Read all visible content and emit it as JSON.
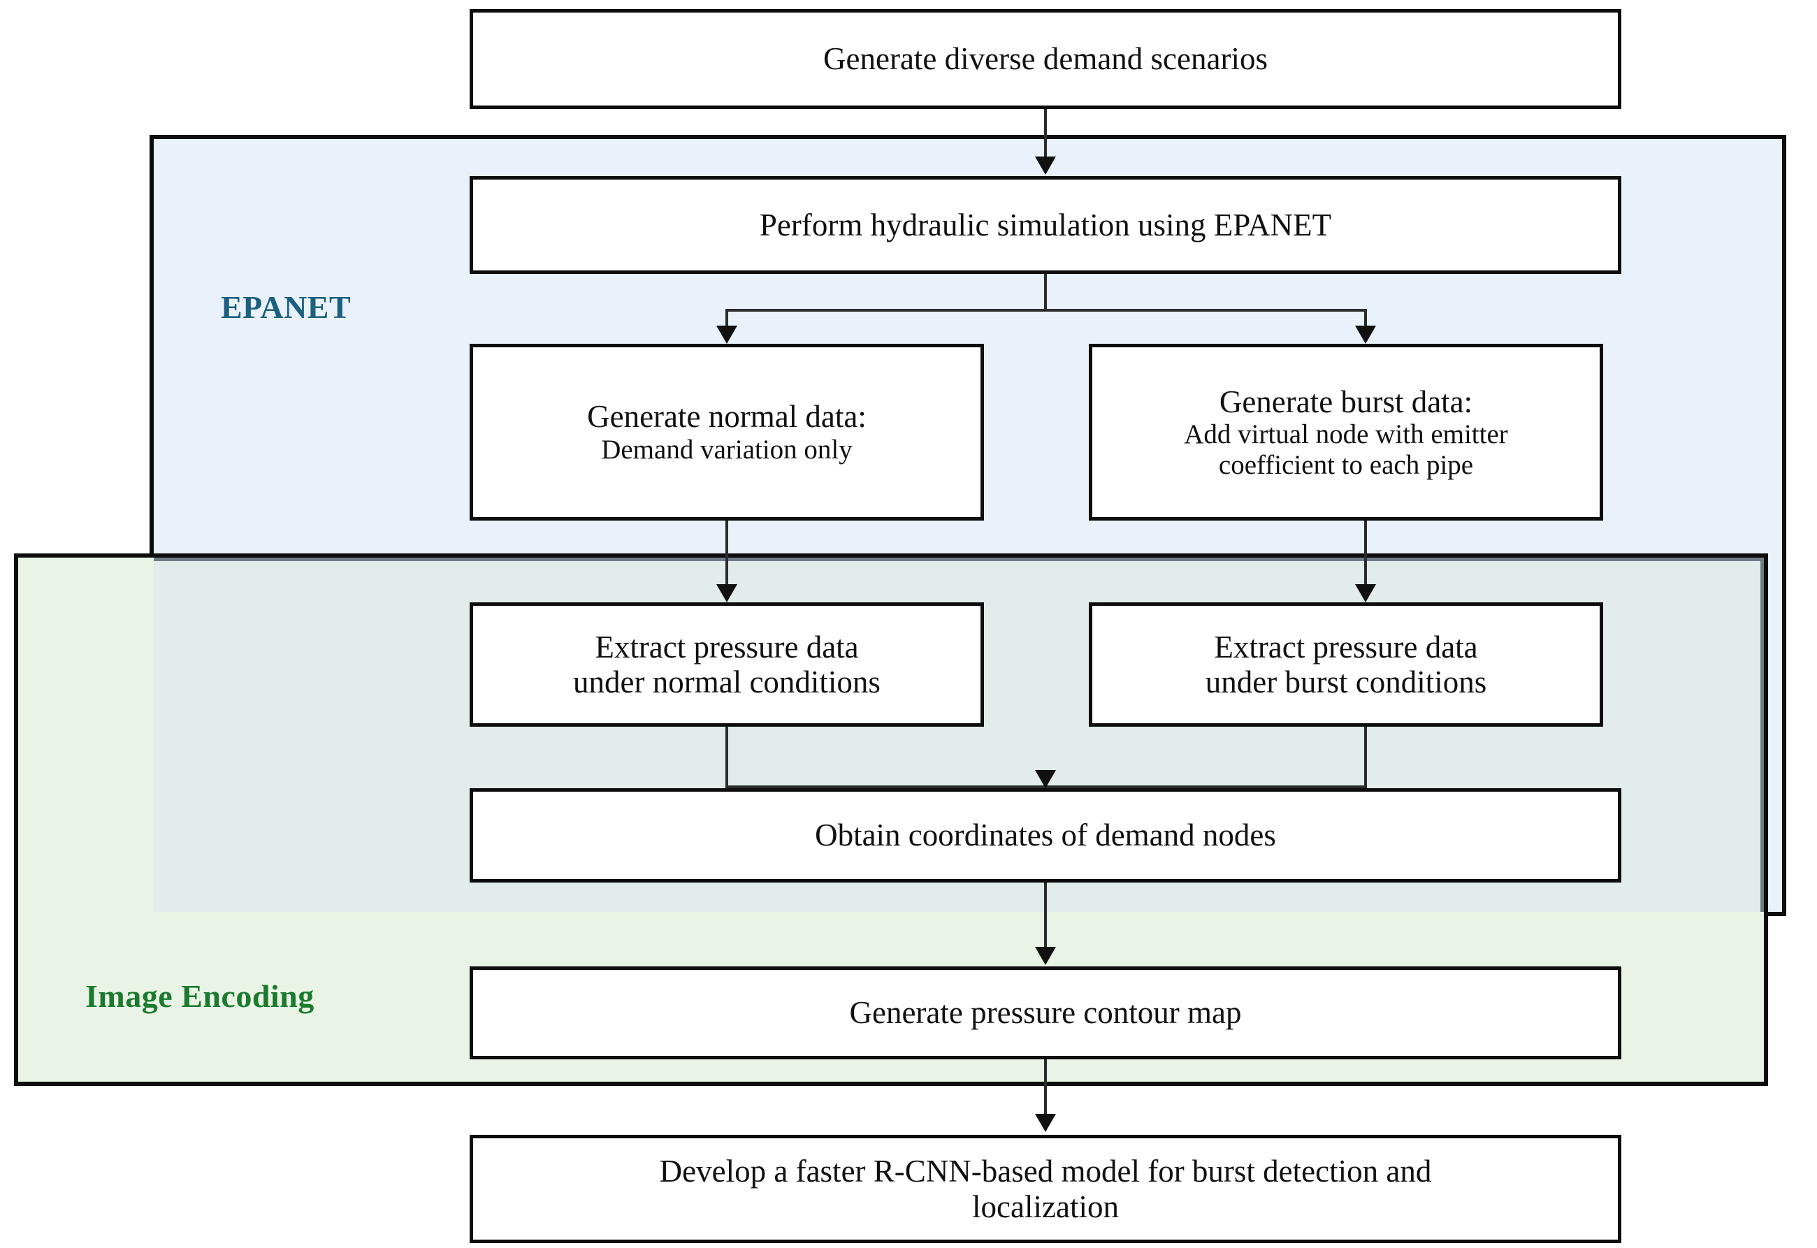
{
  "diagram": {
    "title": "Burst detection methodology flowchart",
    "panels": [
      {
        "key": "epanet",
        "label": "EPANET",
        "color": "#1b6080",
        "fill": "#e9f1fa"
      },
      {
        "key": "image_encoding",
        "label": "Image Encoding",
        "color": "#1b7a2e",
        "fill": "#e9f4e6"
      }
    ],
    "boxes": {
      "scenarios": {
        "line1": "Generate diverse demand scenarios"
      },
      "simulation": {
        "line1": "Perform hydraulic simulation using EPANET"
      },
      "normal": {
        "line1": "Generate normal data:",
        "line2": "Demand variation only"
      },
      "burst": {
        "line1": "Generate burst data:",
        "line2": "Add virtual node with emitter",
        "line3": "coefficient to each pipe"
      },
      "extract_normal": {
        "line1": "Extract pressure data",
        "line2": "under normal conditions"
      },
      "extract_burst": {
        "line1": "Extract pressure data",
        "line2": "under burst conditions"
      },
      "obtain": {
        "line1": "Obtain coordinates of demand nodes"
      },
      "contour": {
        "line1": "Generate pressure contour map"
      },
      "model": {
        "line1": "Develop a faster R-CNN-based model for burst detection and",
        "line2": "localization"
      }
    },
    "connectors": [
      {
        "name": "scenarios-to-simulation",
        "type": "straight-down-arrow"
      },
      {
        "name": "simulation-split",
        "type": "fork-down-two-arrows"
      },
      {
        "name": "normal-to-extract-normal",
        "type": "straight-down-arrow"
      },
      {
        "name": "burst-to-extract-burst",
        "type": "straight-down-arrow"
      },
      {
        "name": "extracts-merge-to-obtain",
        "type": "merge-down-arrow"
      },
      {
        "name": "obtain-to-contour",
        "type": "straight-down-arrow"
      },
      {
        "name": "contour-to-model",
        "type": "straight-down-arrow"
      }
    ]
  }
}
